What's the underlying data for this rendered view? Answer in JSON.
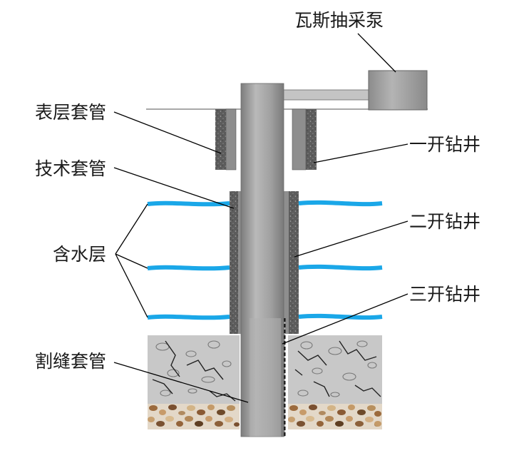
{
  "labels": {
    "pump": "瓦斯抽采泵",
    "surface_casing": "表层套管",
    "technical_casing": "技术套管",
    "aquifer": "含水层",
    "slotted_casing": "割缝套管",
    "first_spud": "一开钻井",
    "second_spud": "二开钻井",
    "third_spud": "三开钻井"
  },
  "colors": {
    "water": "#1aa7e8",
    "casing_gray": "#9a9a9a",
    "cement_dark": "#545454",
    "rock_gray": "#c8c8c8",
    "gravel_brown": "#b08a60"
  }
}
